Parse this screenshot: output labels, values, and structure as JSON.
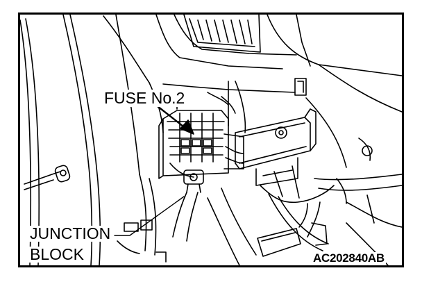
{
  "labels": {
    "fuse": "FUSE No.2",
    "junction_line1": "JUNCTION",
    "junction_line2": "BLOCK",
    "figure_code": "AC202840AB"
  },
  "colors": {
    "ink": "#000000",
    "paper": "#ffffff"
  }
}
